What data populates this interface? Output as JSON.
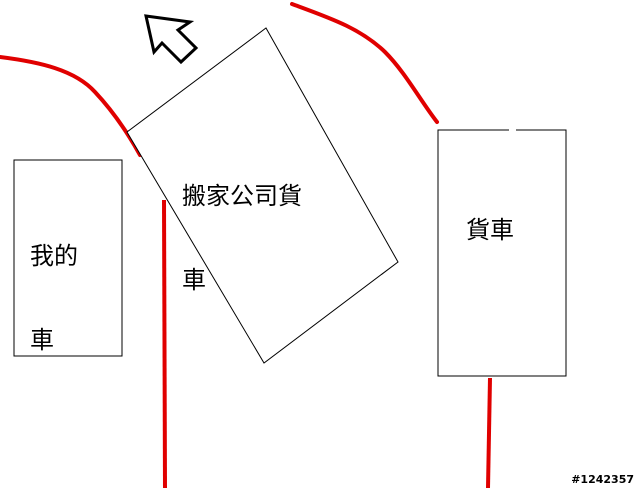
{
  "labels": {
    "my_car_line1": "我的",
    "my_car_line2": "車",
    "moving_truck_line1": "搬家公司貨",
    "moving_truck_line2": "車",
    "truck": "貨車"
  },
  "watermark": "#1242357",
  "colors": {
    "curb": "#e00000",
    "outline": "#000000",
    "background": "#ffffff"
  },
  "icons": {
    "direction": "arrow-up-left-icon"
  }
}
